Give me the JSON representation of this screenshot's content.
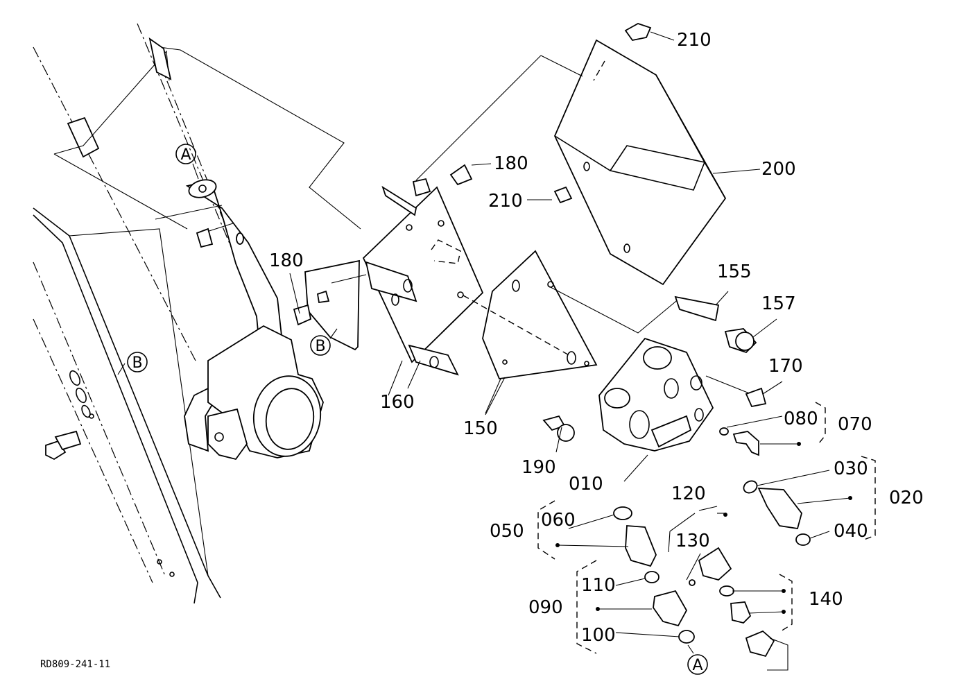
{
  "diagram": {
    "drawing_code": "RD809-241-11",
    "part_labels": {
      "p210a": "210",
      "p210b": "210",
      "p200": "200",
      "p180a": "180",
      "p180b": "180",
      "p155": "155",
      "p157": "157",
      "p170": "170",
      "p160": "160",
      "p150": "150",
      "p190": "190",
      "p010": "010",
      "p080": "080",
      "p070": "070",
      "p030": "030",
      "p020": "020",
      "p040": "040",
      "p120": "120",
      "p050": "050",
      "p060": "060",
      "p130": "130",
      "p110": "110",
      "p090": "090",
      "p140": "140",
      "p100": "100"
    },
    "callouts": {
      "a_top": "A",
      "a_bottom": "A",
      "b_left": "B",
      "b_mid": "B"
    }
  }
}
